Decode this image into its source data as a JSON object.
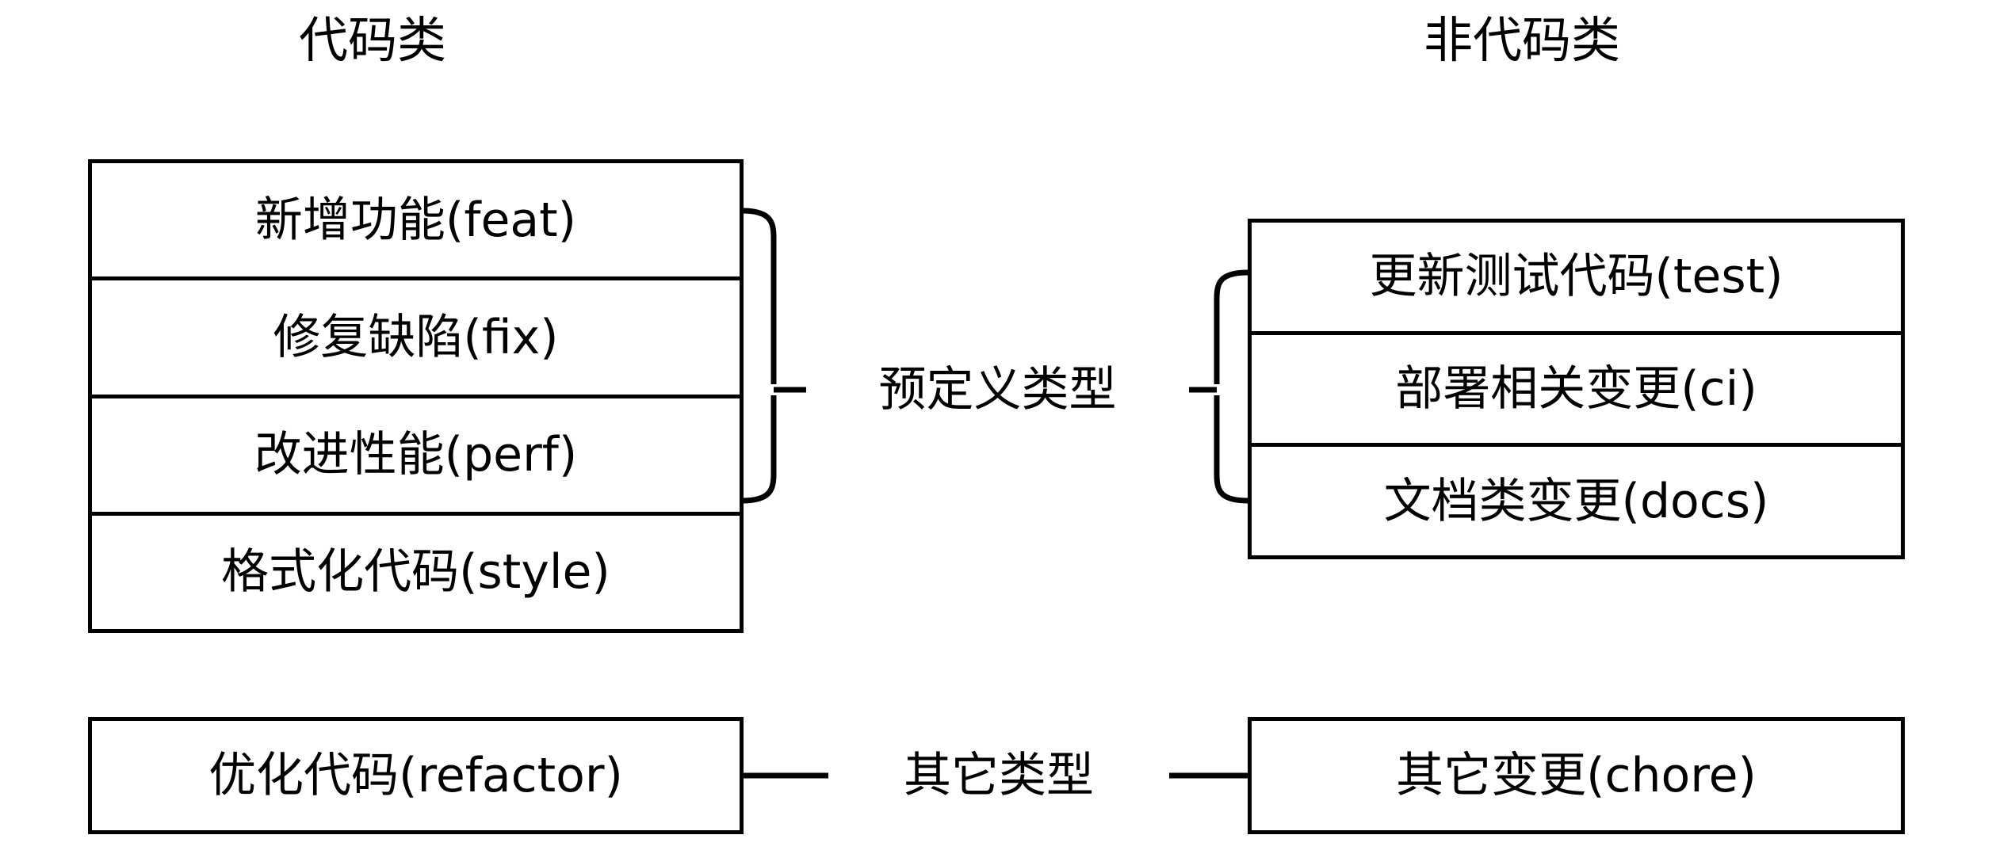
{
  "diagram": {
    "title_left": "代码类",
    "title_right": "非代码类",
    "groups": {
      "predefined_label": "预定义类型",
      "other_label": "其它类型"
    },
    "code_types": [
      {
        "label": "新增功能(feat)"
      },
      {
        "label": "修复缺陷(fix)"
      },
      {
        "label": "改进性能(perf)"
      },
      {
        "label": "格式化代码(style)"
      }
    ],
    "noncode_types": [
      {
        "label": "更新测试代码(test)"
      },
      {
        "label": "部署相关变更(ci)"
      },
      {
        "label": "文档类变更(docs)"
      }
    ],
    "other_code_type": "优化代码(refactor)",
    "other_noncode_type": "其它变更(chore)",
    "colors": {
      "line": "#000000",
      "background": "#ffffff",
      "text": "#000000"
    }
  }
}
